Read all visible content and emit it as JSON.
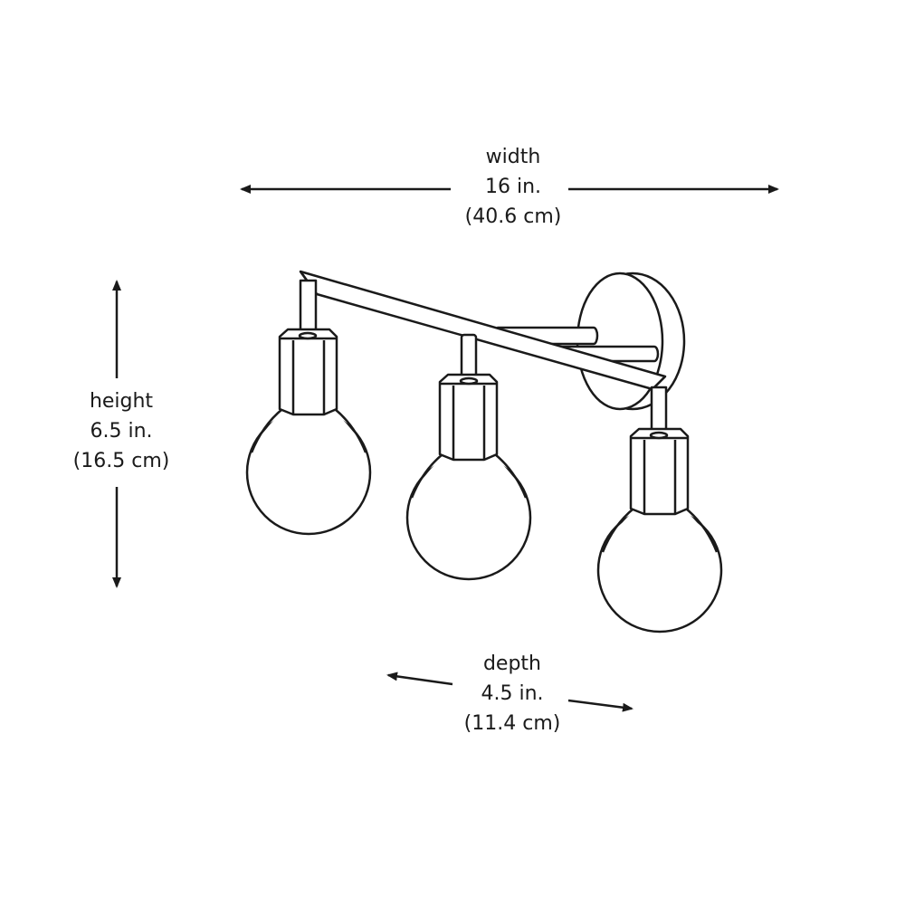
{
  "dimensions": {
    "width": {
      "label": "width",
      "imperial": "16 in.",
      "metric": "(40.6 cm)"
    },
    "height": {
      "label": "height",
      "imperial": "6.5 in.",
      "metric": "(16.5 cm)"
    },
    "depth": {
      "label": "depth",
      "imperial": "4.5 in.",
      "metric": "(11.4 cm)"
    }
  },
  "colors": {
    "line": "#1a1a1a",
    "background": "#ffffff"
  }
}
